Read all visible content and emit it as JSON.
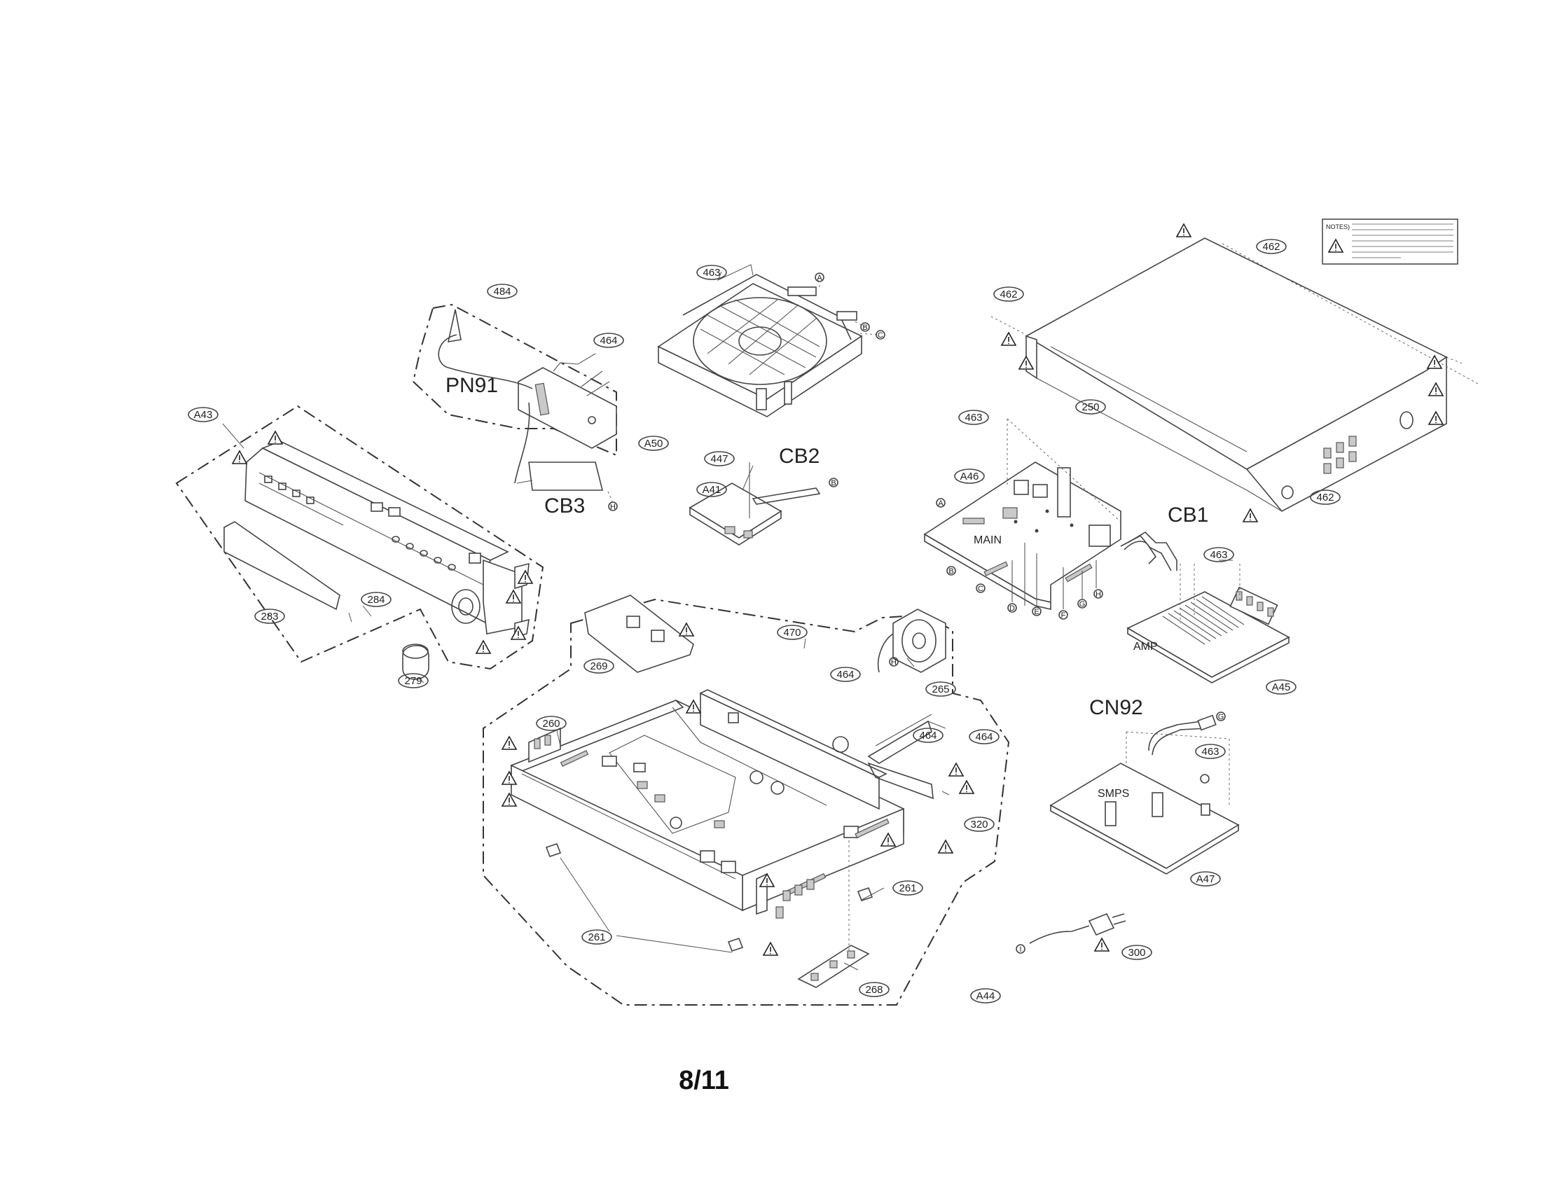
{
  "page_number": "8/11",
  "notes_box": {
    "title": "NOTES)"
  },
  "part_labels": {
    "p484": "484",
    "p464_top": "464",
    "p463_top": "463",
    "p462_top": "462",
    "p462_left": "462",
    "p462_right": "462",
    "pA43": "A43",
    "pA50": "A50",
    "p447": "447",
    "pA41": "A41",
    "p250": "250",
    "p463_mid": "463",
    "pA46": "A46",
    "p463_amp": "463",
    "pA45": "A45",
    "p283": "283",
    "p284": "284",
    "p279": "279",
    "p269": "269",
    "p470": "470",
    "p265": "265",
    "p464_mid": "464",
    "p464_right": "464",
    "p464_far": "464",
    "p260": "260",
    "p320": "320",
    "p261_right": "261",
    "p261_left": "261",
    "p268": "268",
    "pA44": "A44",
    "p463_smps": "463",
    "pA47": "A47",
    "p300": "300"
  },
  "connector_labels": {
    "pn91": "PN91",
    "cb3": "CB3",
    "cb2": "CB2",
    "cb1": "CB1",
    "cn92": "CN92"
  },
  "board_labels": {
    "main": "MAIN",
    "amp": "AMP",
    "smps": "SMPS"
  },
  "pin_letters": {
    "a_drive": "A",
    "b_drive": "B",
    "c_drive": "C",
    "h_cb3": "H",
    "b_cb2": "B",
    "a_main": "A",
    "b_main": "B",
    "c_main": "C",
    "d_main": "D",
    "e_main": "E",
    "f_main": "F",
    "g_main": "G",
    "h_main": "H",
    "h_fan": "H",
    "g_cn92": "G",
    "i_cord": "I"
  },
  "icons": [
    "warning-triangle-icon",
    "safety-notes-icon"
  ]
}
